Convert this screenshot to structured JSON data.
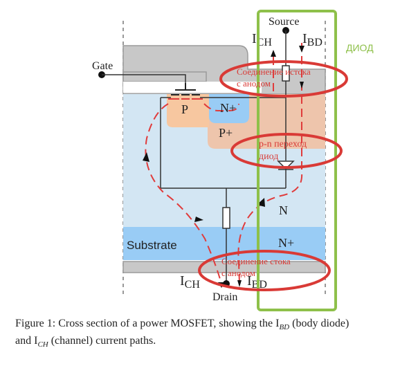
{
  "labels": {
    "gate": "Gate",
    "source": "Source",
    "drain": "Drain",
    "p": "P",
    "n_plus_top": "N+",
    "p_plus": "P+",
    "n": "N",
    "n_plus_bottom": "N+",
    "substrate": "Substrate",
    "i_ch_top_main": "I",
    "i_ch_top_sub": "CH",
    "i_bd_top_main": "I",
    "i_bd_top_sub": "BD",
    "i_ch_bottom_main": "I",
    "i_ch_bottom_sub": "CH",
    "i_bd_bottom_main": "I",
    "i_bd_bottom_sub": "BD"
  },
  "annotations": {
    "diode": "ДИОД",
    "source_anode_line1": "Соединение истока",
    "source_anode_line2": "с анодом",
    "pn_line1": "p-n переход",
    "pn_line2": "диод",
    "drain_anode_line1": "Соединение стока",
    "drain_anode_line2": "с анодом"
  },
  "caption": {
    "line1_prefix": "Figure 1:  Cross section of a power MOSFET, showing the I",
    "line1_sub": "BD",
    "line1_suffix": " (body diode)",
    "line2_prefix": "and I",
    "line2_sub": "CH",
    "line2_suffix": " (channel) current paths."
  },
  "colors": {
    "n_region": "#d3e6f3",
    "n_plus_region": "#99ccf5",
    "p_region": "#f7c7a0",
    "p_plus_region": "#eec5ac",
    "metal_gray": "#c8c8c8",
    "outline_gray": "#9a9a9a",
    "current_path_red": "#e03b3b",
    "annotation_red": "#d93a36",
    "diode_box_green": "#8ec04a",
    "wire": "#333333"
  }
}
